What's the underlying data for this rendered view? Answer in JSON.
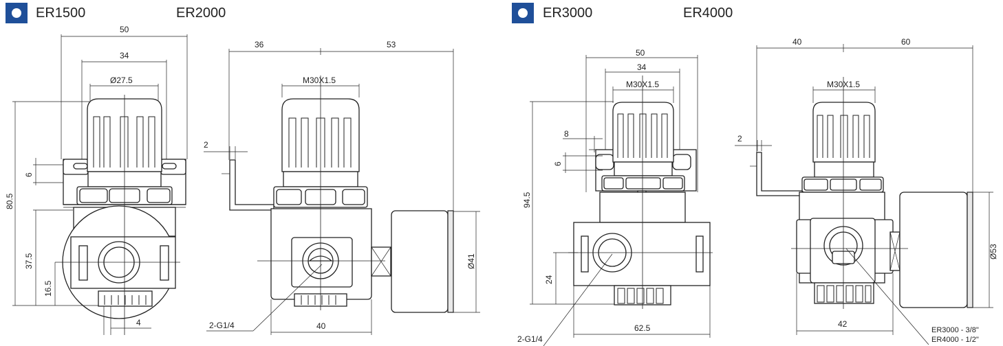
{
  "sections": [
    {
      "models": [
        "ER1500",
        "ER2000"
      ]
    },
    {
      "models": [
        "ER3000",
        "ER4000"
      ]
    }
  ],
  "colors": {
    "badge": "#1f4f99",
    "line": "#222222",
    "fill_grey": "#e9e9e9"
  },
  "drawing1": {
    "width_total": "50",
    "width_body": "34",
    "knob_dia": "Ø27.5",
    "height_total": "80.5",
    "height_mid": "37.5",
    "height_port": "16.5",
    "bracket_thk": "6",
    "bottom_width": "4"
  },
  "drawing2": {
    "left_dim": "36",
    "right_dim": "53",
    "thread": "M30X1.5",
    "bracket_gap": "2",
    "gauge_dia": "Ø41",
    "port_label": "2-G1/4",
    "base_width": "40"
  },
  "drawing3": {
    "width_total": "50",
    "width_body": "34",
    "thread": "M30X1.5",
    "dim_8": "8",
    "bracket_thk": "6",
    "height_total": "94.5",
    "height_port": "24",
    "base_width": "62.5",
    "port_label": "2-G1/4"
  },
  "drawing4": {
    "left_dim": "40",
    "right_dim": "60",
    "thread": "M30X1.5",
    "bracket_gap": "2",
    "gauge_dia": "Ø53",
    "base_width": "42",
    "port_notes": [
      "ER3000 - 3/8\"",
      "ER4000 - 1/2\""
    ]
  }
}
